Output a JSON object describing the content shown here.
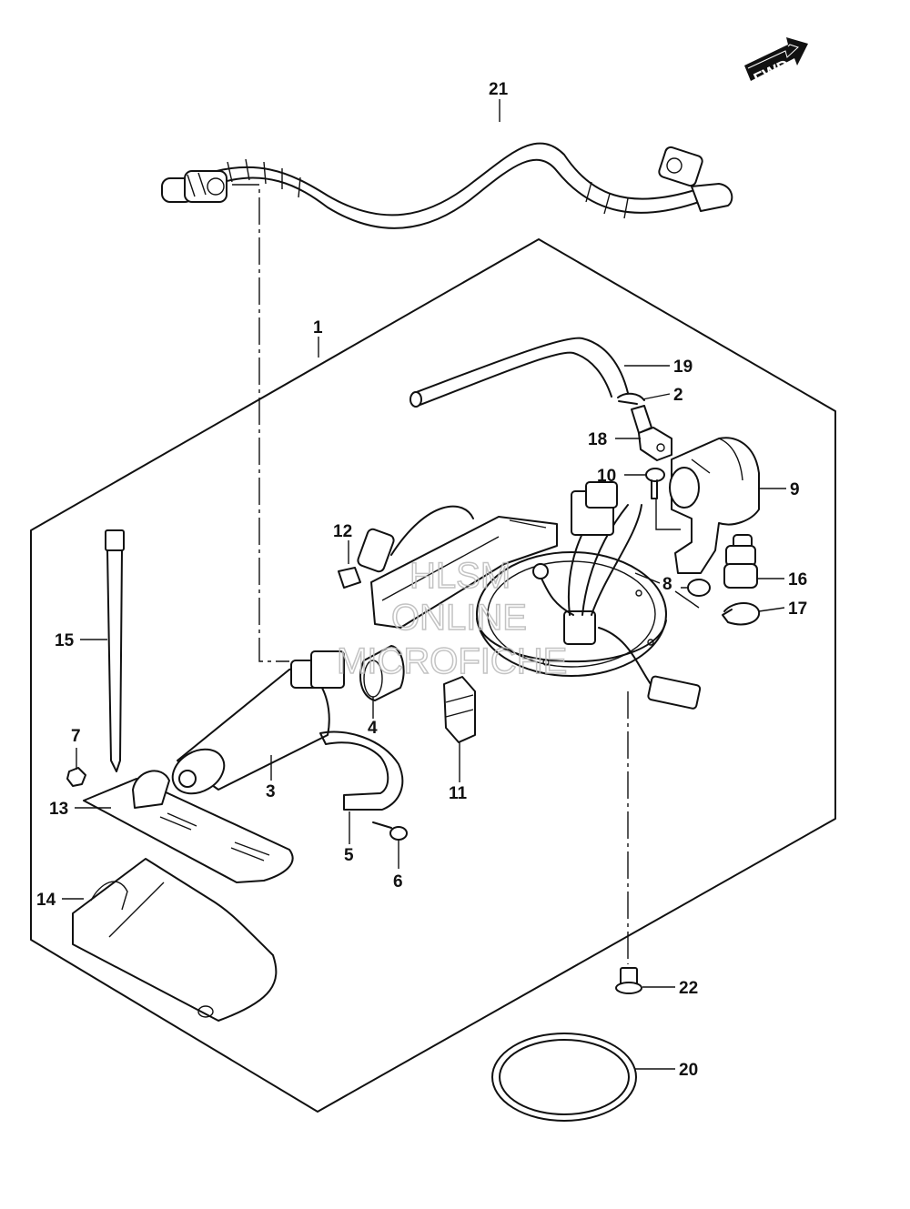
{
  "fwd_badge": {
    "text": "FWD",
    "icon": "forward-arrow-icon"
  },
  "watermark": {
    "line1": "HLSM",
    "line2": "ONLINE",
    "line3": "MICROFICHE"
  },
  "callouts": {
    "c1": "1",
    "c2": "2",
    "c3": "3",
    "c4": "4",
    "c5": "5",
    "c6": "6",
    "c7": "7",
    "c8": "8",
    "c9": "9",
    "c10": "10",
    "c11": "11",
    "c12": "12",
    "c13": "13",
    "c14": "14",
    "c15": "15",
    "c16": "16",
    "c17": "17",
    "c18": "18",
    "c19": "19",
    "c20": "20",
    "c21": "21",
    "c22": "22"
  },
  "colors": {
    "line": "#111111",
    "background": "#ffffff",
    "watermark": "#bdbdbd"
  }
}
